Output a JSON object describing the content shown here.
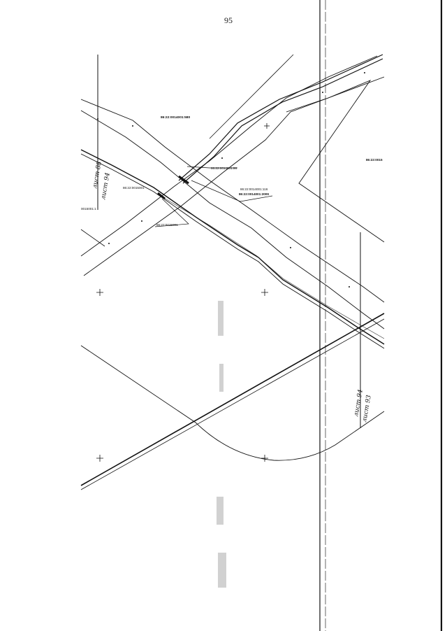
{
  "page": {
    "number": "95"
  },
  "sheet_labels": {
    "left_upper": "лист 88",
    "left_lower": "лист 94",
    "right_upper": "лист 94",
    "right_lower": "лист 93"
  },
  "parcel_labels": {
    "top_parcel": "86:22:0014001:580",
    "right_parcel": "86:22:0015",
    "middle_left": "86:22:0015001",
    "far_left": "0015001:1",
    "mid_callout": "86:22:0014001:98",
    "right_callout_1": "86:22:0014001:116",
    "right_callout_2": "86:22:0014001:2009",
    "lower_callout": "86:22:0015001"
  },
  "colors": {
    "ink": "#111111",
    "paper": "#ffffff",
    "faint": "#9a9a9a"
  }
}
